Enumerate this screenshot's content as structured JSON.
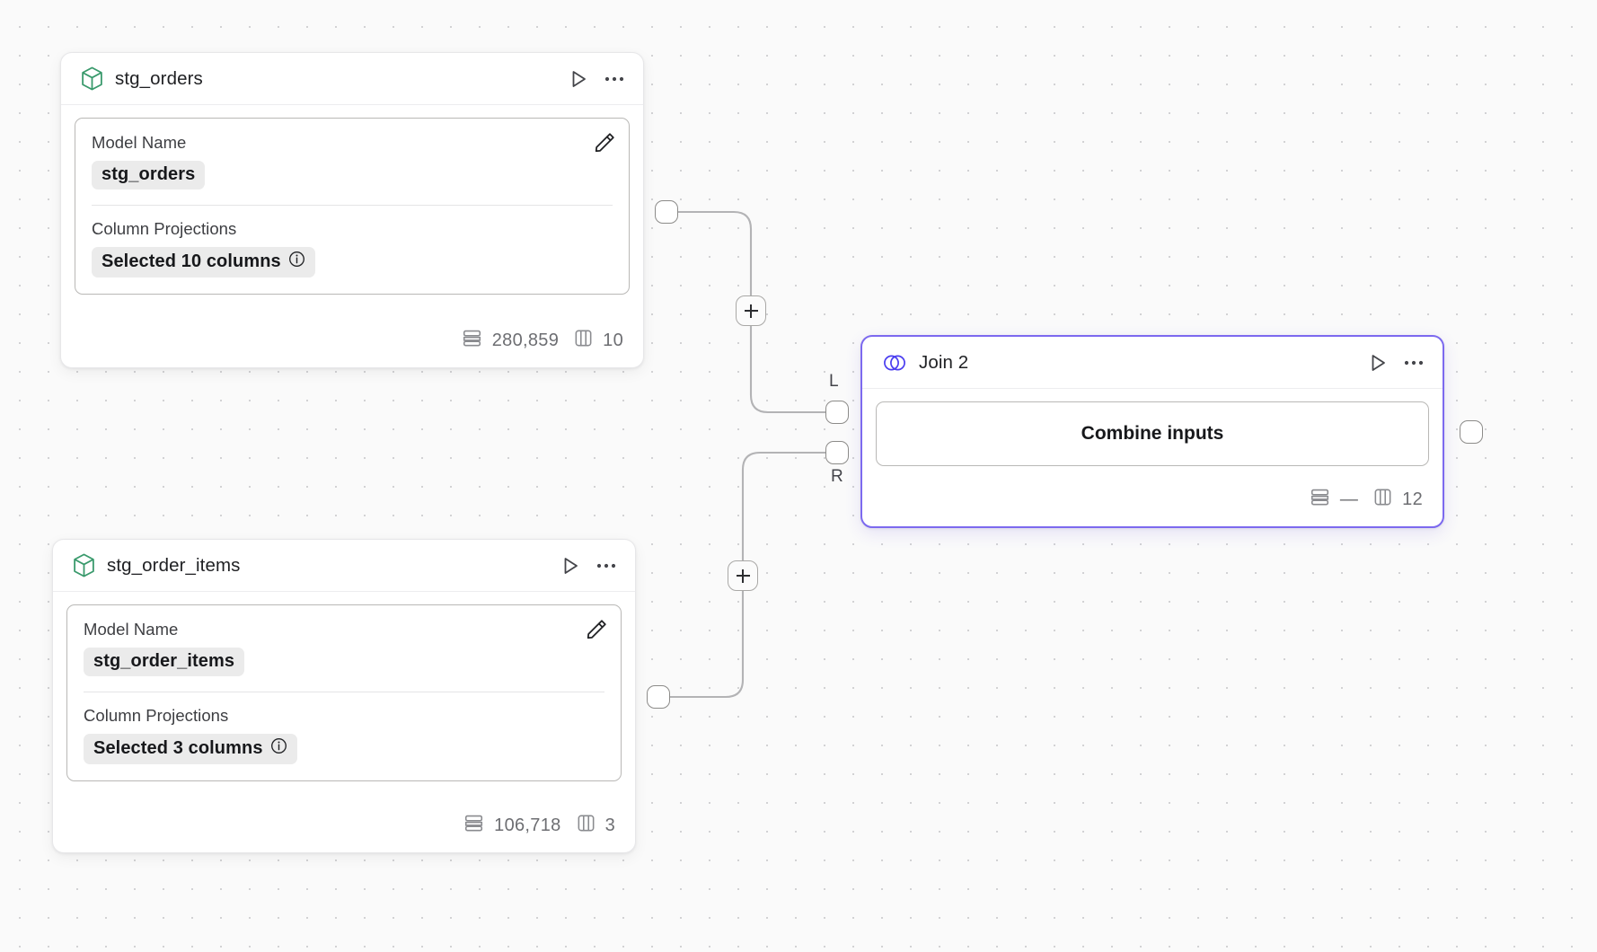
{
  "canvas": {
    "background_color": "#fafafa",
    "dot_color": "#d2d2d4",
    "accent_color": "#7c69ef",
    "model_icon_color": "#38996b"
  },
  "nodes": [
    {
      "id": "stg_orders",
      "title": "stg_orders",
      "icon": "cube-icon",
      "type": "model",
      "run_label": "Run",
      "menu_label": "More options",
      "fields": [
        {
          "label": "Model Name",
          "value": "stg_orders",
          "has_info": false
        },
        {
          "label": "Column Projections",
          "value": "Selected 10 columns",
          "has_info": true,
          "info_glyph": "ⓘ"
        }
      ],
      "edit_label": "Edit",
      "stats": {
        "rows": "280,859",
        "columns": "10"
      }
    },
    {
      "id": "stg_order_items",
      "title": "stg_order_items",
      "icon": "cube-icon",
      "type": "model",
      "run_label": "Run",
      "menu_label": "More options",
      "fields": [
        {
          "label": "Model Name",
          "value": "stg_order_items",
          "has_info": false
        },
        {
          "label": "Column Projections",
          "value": "Selected 3 columns",
          "has_info": true,
          "info_glyph": "ⓘ"
        }
      ],
      "edit_label": "Edit",
      "stats": {
        "rows": "106,718",
        "columns": "3"
      }
    },
    {
      "id": "join_2",
      "title": "Join 2",
      "icon": "venn-icon",
      "type": "join",
      "selected": true,
      "run_label": "Run",
      "menu_label": "More options",
      "combine_button_label": "Combine inputs",
      "stats": {
        "rows": "—",
        "columns": "12"
      }
    }
  ],
  "ports": {
    "stg_orders_output": "",
    "stg_order_items_output": "",
    "join_left_label": "L",
    "join_right_label": "R",
    "join_output": ""
  },
  "edge_buttons": {
    "add_left": "+",
    "add_right": "+"
  },
  "stat_icons": {
    "rows": "rows-icon",
    "columns": "columns-icon"
  }
}
